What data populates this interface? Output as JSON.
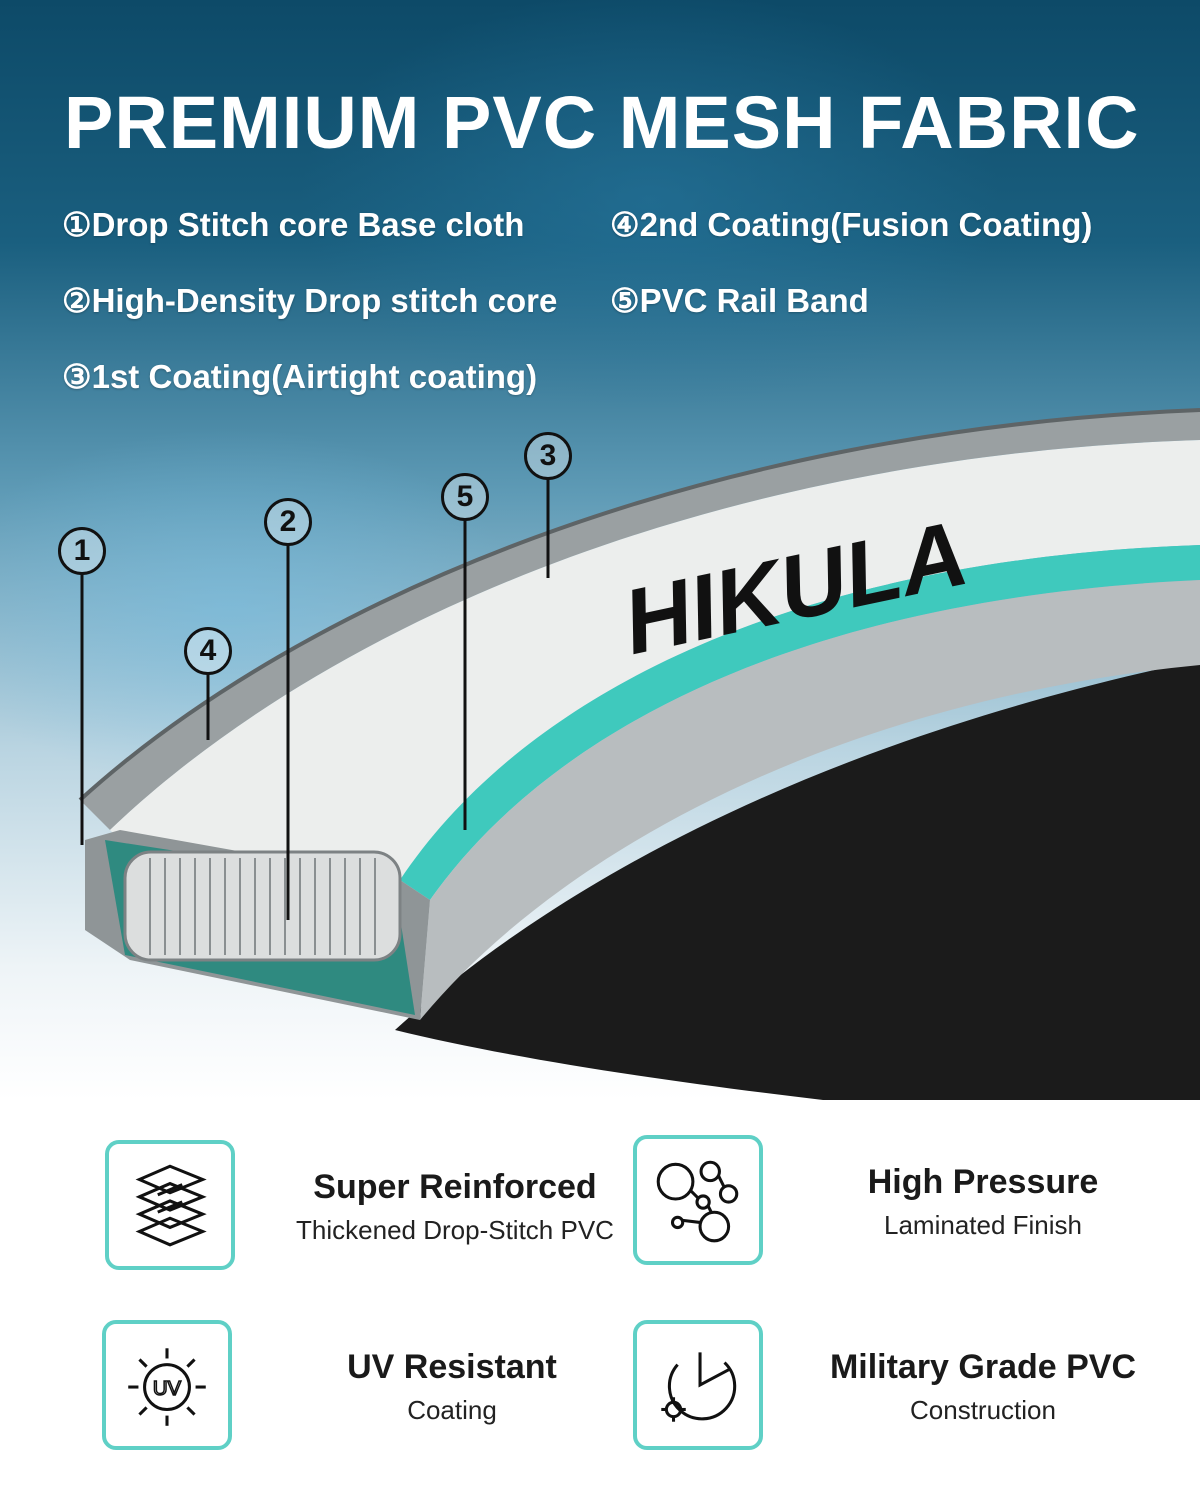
{
  "header": {
    "title": "PREMIUM PVC MESH FABRIC"
  },
  "layers": [
    {
      "num": "①",
      "label": "Drop Stitch core Base cloth"
    },
    {
      "num": "②",
      "label": "High-Density Drop stitch core"
    },
    {
      "num": "③",
      "label": "1st Coating(Airtight coating)"
    },
    {
      "num": "④",
      "label": "2nd Coating(Fusion Coating)"
    },
    {
      "num": "⑤",
      "label": "PVC Rail Band"
    }
  ],
  "callouts": [
    "1",
    "2",
    "3",
    "4",
    "5"
  ],
  "brand": {
    "logo_text": "HIKULA",
    "accent_color": "#5fd0c6",
    "teal_band_color": "#3fc9bd",
    "board_color": "#e9eceb",
    "mesh_color": "#1b1b1b"
  },
  "features": [
    {
      "title": "Super Reinforced",
      "subtitle": "Thickened Drop-Stitch PVC",
      "icon": "layers-icon"
    },
    {
      "title": "High Pressure",
      "subtitle": "Laminated Finish",
      "icon": "molecule-icon"
    },
    {
      "title": "UV Resistant",
      "subtitle": "Coating",
      "icon": "uv-sun-icon"
    },
    {
      "title": "Military Grade PVC",
      "subtitle": "Construction",
      "icon": "gauge-icon"
    }
  ]
}
